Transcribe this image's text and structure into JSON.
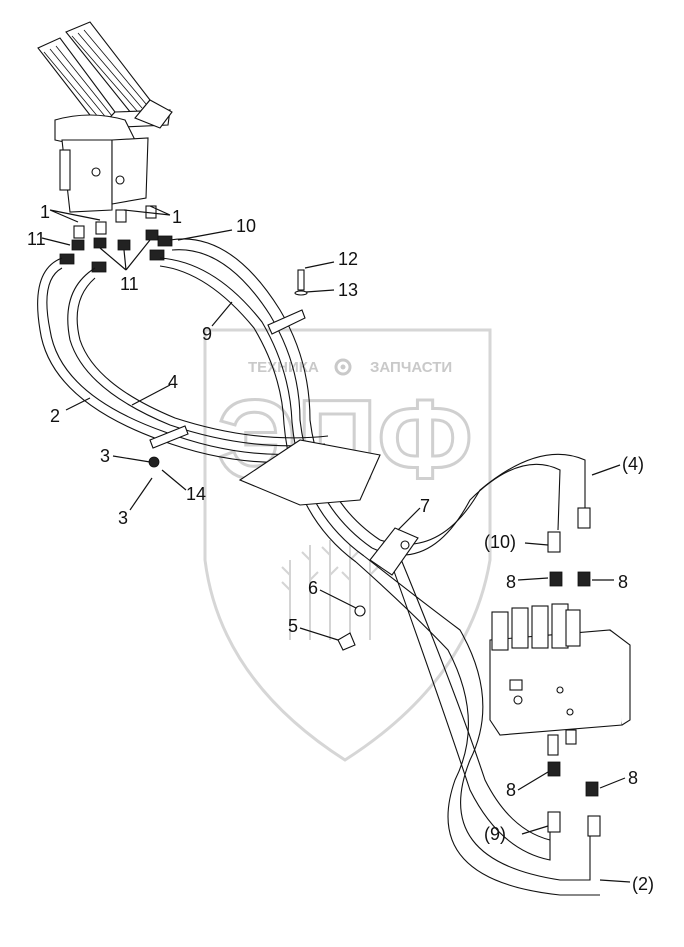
{
  "watermark": {
    "left_text": "ТЕХНИКА",
    "right_text": "ЗАПЧАСТИ",
    "logo_letters": "ЭПФ",
    "gear_icon": "gear-icon"
  },
  "labels": {
    "l1a": "1",
    "l1b": "1",
    "l11a": "11",
    "l11b": "11",
    "l10": "10",
    "l9": "9",
    "l12": "12",
    "l13": "13",
    "l2": "2",
    "l4": "4",
    "l3a": "3",
    "l3b": "3",
    "l14": "14",
    "l7": "7",
    "l6": "6",
    "l5": "5",
    "l4p": "(4)",
    "l10p": "(10)",
    "l8a": "8",
    "l8b": "8",
    "l8c": "8",
    "l8d": "8",
    "l9p": "(9)",
    "l2p": "(2)"
  }
}
